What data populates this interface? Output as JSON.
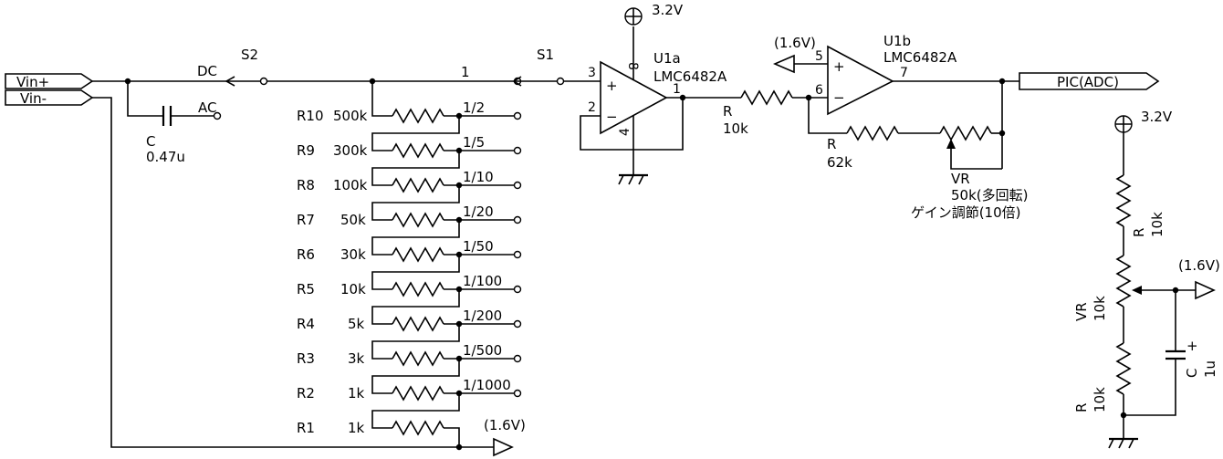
{
  "ports": {
    "vin_plus": "Vin+",
    "vin_minus": "Vin-",
    "pic_adc": "PIC(ADC)"
  },
  "coupling": {
    "s2_label": "S2",
    "dc_label": "DC",
    "ac_label": "AC",
    "cap_ref": "C",
    "cap_value": "0.47u"
  },
  "selector": {
    "s1_label": "S1",
    "positions": [
      "1",
      "1/2",
      "1/5",
      "1/10",
      "1/20",
      "1/50",
      "1/100",
      "1/200",
      "1/500",
      "1/1000"
    ],
    "resistors": [
      {
        "ref": "R10",
        "value": "500k"
      },
      {
        "ref": "R9",
        "value": "300k"
      },
      {
        "ref": "R8",
        "value": "100k"
      },
      {
        "ref": "R7",
        "value": "50k"
      },
      {
        "ref": "R6",
        "value": "30k"
      },
      {
        "ref": "R5",
        "value": "10k"
      },
      {
        "ref": "R4",
        "value": "5k"
      },
      {
        "ref": "R3",
        "value": "3k"
      },
      {
        "ref": "R2",
        "value": "1k"
      },
      {
        "ref": "R1",
        "value": "1k"
      }
    ],
    "bottom_ref": "(1.6V)"
  },
  "u1a": {
    "ref": "U1a",
    "part": "LMC6482A",
    "supply": "3.2V",
    "pin_plus": "3",
    "pin_minus": "2",
    "pin_out": "1",
    "pin_vcc": "8",
    "pin_gnd": "4",
    "plus_sign": "+",
    "minus_sign": "−"
  },
  "series_r": {
    "ref": "R",
    "value": "10k"
  },
  "u1b": {
    "ref": "U1b",
    "part": "LMC6482A",
    "ref_voltage": "(1.6V)",
    "pin_plus": "5",
    "pin_minus": "6",
    "pin_out": "7",
    "plus_sign": "+",
    "minus_sign": "−"
  },
  "feedback_r": {
    "ref": "R",
    "value": "62k"
  },
  "gain_vr": {
    "ref": "VR",
    "value": "50k(多回転)",
    "note": "ゲイン調節(10倍)"
  },
  "ref_gen": {
    "supply": "3.2V",
    "r_top_ref": "R",
    "r_top_value": "10k",
    "vr_ref": "VR",
    "vr_value": "10k",
    "r_bot_ref": "R",
    "r_bot_value": "10k",
    "cap_ref": "C",
    "cap_value": "1u",
    "cap_plus": "+",
    "output": "(1.6V)"
  }
}
